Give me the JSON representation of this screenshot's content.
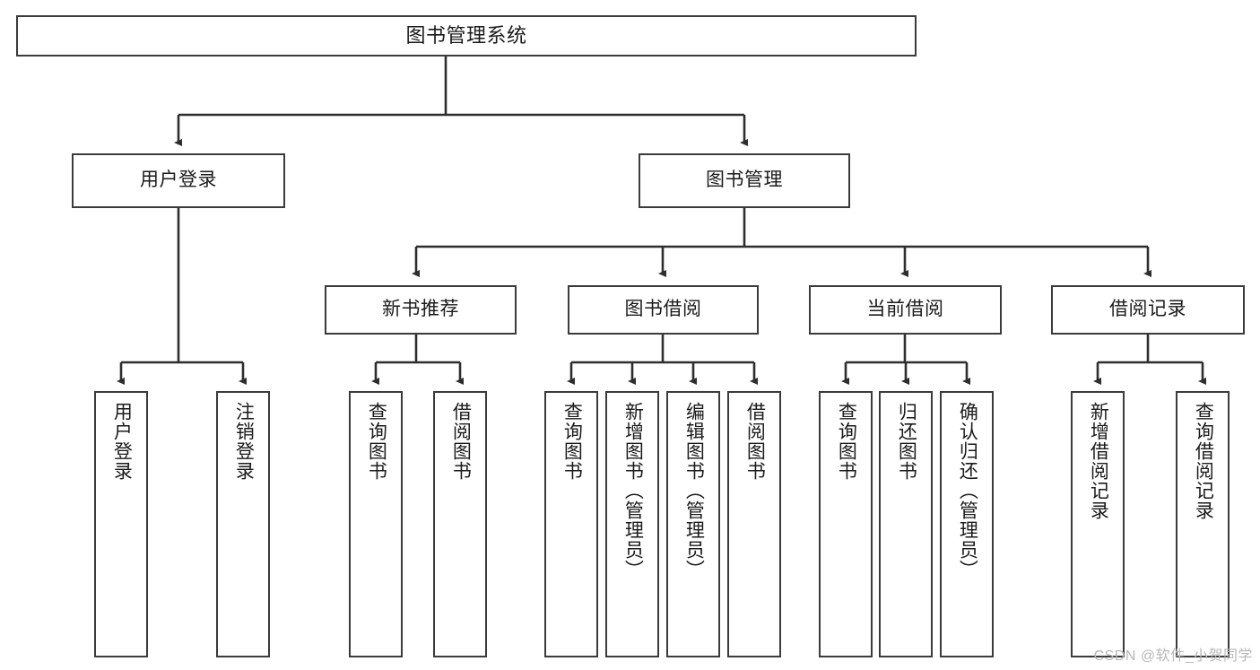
{
  "diagram": {
    "title": "图书管理系统",
    "type": "tree",
    "colors": {
      "box_border": "#3b3b3b",
      "box_fill": "#ffffff",
      "edge": "#2e2e2e",
      "text": "#1b1b1b",
      "watermark": "#b8b8b8"
    },
    "nodes": {
      "root": {
        "label": "图书管理系统"
      },
      "level2": [
        {
          "label": "用户登录"
        },
        {
          "label": "图书管理"
        }
      ],
      "level3": [
        {
          "label": "新书推荐"
        },
        {
          "label": "图书借阅"
        },
        {
          "label": "当前借阅"
        },
        {
          "label": "借阅记录"
        }
      ],
      "leaves": {
        "user_login": [
          {
            "label": "用户登录"
          },
          {
            "label": "注销登录"
          }
        ],
        "new_book_recommend": [
          {
            "label": "查询图书"
          },
          {
            "label": "借阅图书"
          }
        ],
        "book_borrow": [
          {
            "label": "查询图书"
          },
          {
            "label": "新增图书（管理员）"
          },
          {
            "label": "编辑图书（管理员）"
          },
          {
            "label": "借阅图书"
          }
        ],
        "current_borrow": [
          {
            "label": "查询图书"
          },
          {
            "label": "归还图书"
          },
          {
            "label": "确认归还（管理员）"
          }
        ],
        "borrow_record": [
          {
            "label": "新增借阅记录"
          },
          {
            "label": "查询借阅记录"
          }
        ]
      }
    },
    "watermark": "CSDN @软件_小贺同学"
  }
}
